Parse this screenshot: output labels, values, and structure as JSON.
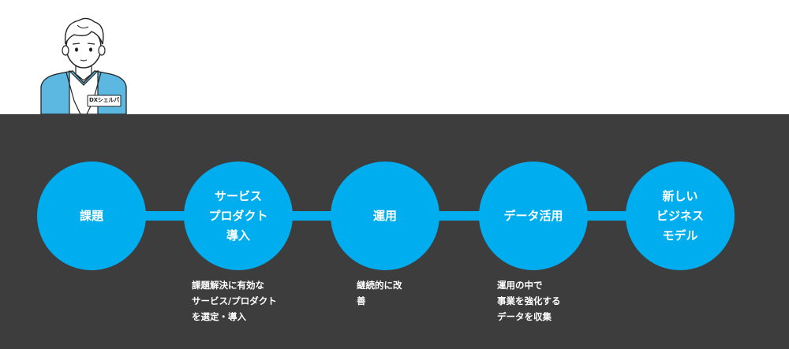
{
  "character": {
    "badge": "DXシェルパ"
  },
  "steps": [
    {
      "label": "課題",
      "description": ""
    },
    {
      "label": "サービス\nプロダクト\n導入",
      "description": "課題解決に有効な\nサービス/プロダクト\nを選定・導入"
    },
    {
      "label": "運用",
      "description": "継続的に改\n善"
    },
    {
      "label": "データ活用",
      "description": "運用の中で\n事業を強化する\nデータを収集"
    },
    {
      "label": "新しい\nビジネス\nモデル",
      "description": ""
    }
  ],
  "colors": {
    "accent": "#00aeef",
    "dark_background": "#3d3d3d",
    "jacket": "#5cb8e0"
  }
}
